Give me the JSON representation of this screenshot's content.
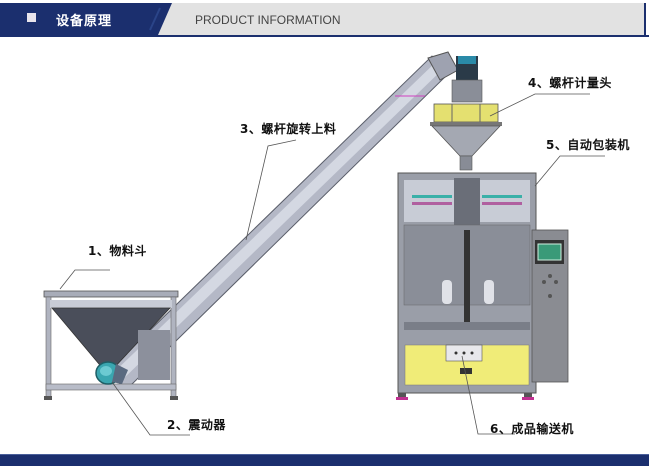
{
  "header": {
    "title_zh": "设备原理",
    "title_en": "PRODUCT INFORMATION",
    "bullet_icon": "square-bullet-icon"
  },
  "colors": {
    "header_blue": "#1b2f6e",
    "header_grey": "#e2e2e2",
    "machine_yellow": "#f0ec78",
    "vibrator_teal": "#3aa6b0",
    "screen_green": "#3a9a78",
    "steel": "#9aa0ae"
  },
  "labels": {
    "hopper": "1、物料斗",
    "vibrator": "2、震动器",
    "screw_conveyor": "3、螺杆旋转上料",
    "auger_filler": "4、螺杆计量头",
    "packing_machine": "5、自动包装机",
    "output_conveyor": "6、成品输送机"
  }
}
